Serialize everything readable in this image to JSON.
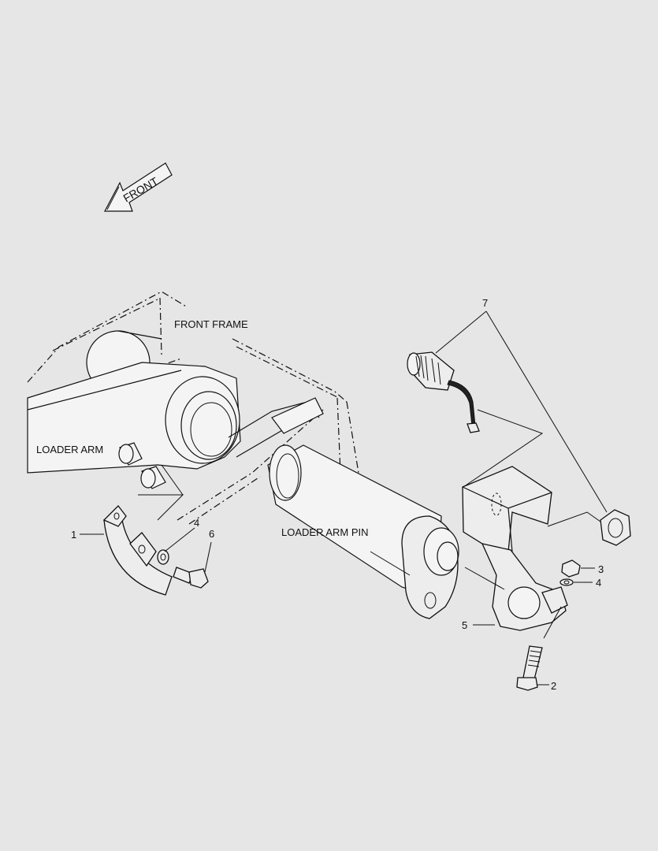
{
  "labels": {
    "front": "FRONT",
    "front_frame": "FRONT FRAME",
    "loader_arm": "LOADER ARM",
    "loader_arm_pin": "LOADER ARM PIN"
  },
  "callouts": {
    "c1": "1",
    "c2": "2",
    "c3": "3",
    "c4_left": "4",
    "c4_right": "4",
    "c5": "5",
    "c6": "6",
    "c7": "7"
  },
  "colors": {
    "background": "#e6e6e6",
    "line": "#111111"
  }
}
